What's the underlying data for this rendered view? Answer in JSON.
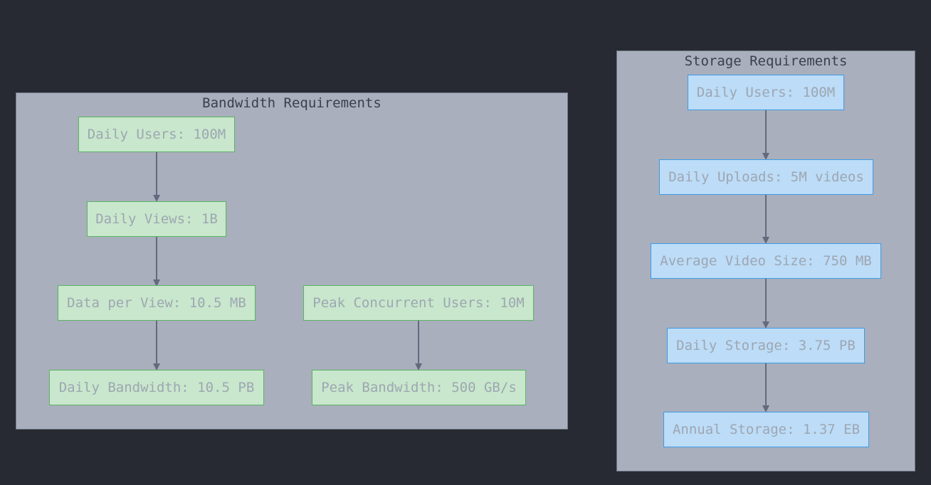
{
  "bandwidth": {
    "title": "Bandwidth Requirements",
    "daily_users": "Daily Users: 100M",
    "daily_views": "Daily Views: 1B",
    "data_per_view": "Data per View: 10.5 MB",
    "daily_bandwidth": "Daily Bandwidth: 10.5 PB",
    "peak_concurrent": "Peak Concurrent Users: 10M",
    "peak_bandwidth": "Peak Bandwidth: 500 GB/s"
  },
  "storage": {
    "title": "Storage Requirements",
    "daily_users": "Daily Users: 100M",
    "daily_uploads": "Daily Uploads: 5M videos",
    "avg_video_size": "Average Video Size: 750 MB",
    "daily_storage": "Daily Storage: 3.75 PB",
    "annual_storage": "Annual Storage: 1.37 EB"
  },
  "colors": {
    "background": "#272a32",
    "cluster_fill": "#a9afbc",
    "green_fill": "#c8e7cc",
    "green_border": "#5cb463",
    "blue_fill": "#bcdcf7",
    "blue_border": "#3e9be6",
    "edge": "#636a7e"
  }
}
